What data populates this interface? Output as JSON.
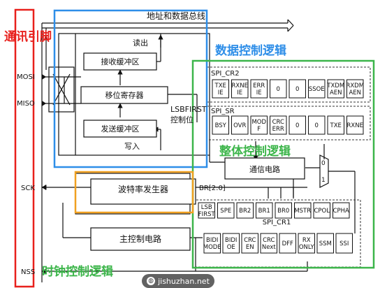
{
  "annotations": {
    "comm_pins": "通讯引脚",
    "data_control": "数据控制逻辑",
    "overall_control": "整体控制逻辑",
    "clock_control": "时钟控制逻辑"
  },
  "bus": {
    "label": "地址和数据总线"
  },
  "blocks": {
    "rx_buffer": "接收缓冲区",
    "shift_register": "移位寄存器",
    "tx_buffer": "发送缓冲区",
    "baud_gen": "波特率发生器",
    "master_ctrl": "主控制电路",
    "comm_circuit": "通信电路"
  },
  "labels": {
    "read_out": "读出",
    "write_in": "写入",
    "lsbfirst": "LSBFIRST",
    "ctrl_bit": "控制位",
    "br": "BR[2:0]",
    "mux_top": "0",
    "mux_bottom": "1"
  },
  "pins": {
    "mosi": "MOSI",
    "miso": "MISO",
    "sck": "SCK",
    "nss": "NSS"
  },
  "registers": {
    "cr2": {
      "name": "SPI_CR2",
      "bits": [
        "TXE\nIE",
        "RXNE\nIE",
        "ERR\nIE",
        "0",
        "0",
        "SSOE",
        "TXDM\nAEN",
        "RXDM\nAEN"
      ]
    },
    "sr": {
      "name": "SPI_SR",
      "bits": [
        "BSY",
        "OVR",
        "MOD\nF",
        "CRC\nERR",
        "0",
        "0",
        "TXE",
        "RXNE"
      ]
    },
    "cr1": {
      "name": "SPI_CR1",
      "bits_top": [
        "LSB\nFIRST",
        "SPE",
        "BR2",
        "BR1",
        "BR0",
        "MSTR",
        "CPOL",
        "CPHA"
      ],
      "bits_bottom": [
        "BIDI\nMODE",
        "BIDI\nOE",
        "CRC\nEN",
        "CRC\nNext",
        "DFF",
        "RX\nONLY",
        "SSM",
        "SSI"
      ]
    }
  },
  "watermark": "jishuzhan.net",
  "colors": {
    "red": "#e8201c",
    "blue": "#2e8ee8",
    "green": "#3cb54a",
    "orange": "#f0a020"
  }
}
